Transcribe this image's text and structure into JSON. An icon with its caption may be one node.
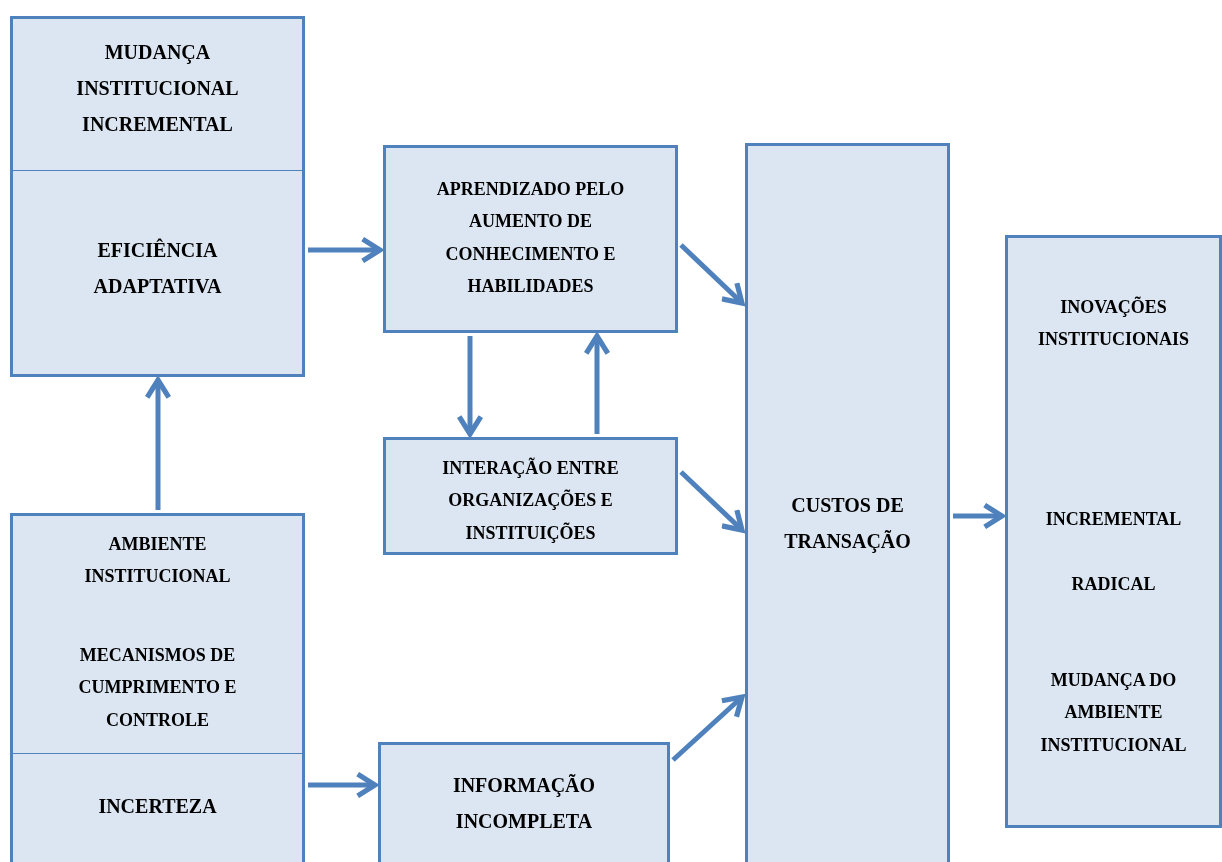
{
  "diagram": {
    "nodes": [
      {
        "text": [
          "MUDANÇA INSTITUCIONAL INCREMENTAL"
        ]
      },
      {
        "text": [
          "EFICIÊNCIA ADAPTATIVA"
        ],
        "in": 0
      },
      {
        "text": [
          "APRENDIZADO PELO AUMENTO DE CONHECIMENTO E HABILIDADES"
        ]
      },
      {
        "text": [
          "INTERAÇÃO ENTRE ORGANIZAÇÕES E INSTITUIÇÕES"
        ]
      },
      {
        "text": [
          "AMBIENTE INSTITUCIONAL",
          "MECANISMOS DE CUMPRIMENTO E CONTROLE"
        ]
      },
      {
        "text": [
          "INCERTEZA"
        ],
        "in": 4
      },
      {
        "text": [
          "INFORMAÇÃO INCOMPLETA"
        ]
      },
      {
        "text": [
          "CUSTOS DE TRANSAÇÃO"
        ]
      },
      {
        "text": [
          "INOVAÇÕES INSTITUCIONAIS",
          "INCREMENTAL",
          "RADICAL",
          "MUDANÇA DO AMBIENTE INSTITUCIONAL"
        ]
      }
    ],
    "edges": [
      {
        "from": 4,
        "to": 1,
        "arrow": "to"
      },
      {
        "from": 1,
        "to": 2,
        "arrow": "to"
      },
      {
        "from": 2,
        "to": 3,
        "arrow": "to"
      },
      {
        "from": 3,
        "to": 2,
        "arrow": "to"
      },
      {
        "from": 2,
        "to": 7,
        "arrow": "to"
      },
      {
        "from": 3,
        "to": 7,
        "arrow": "to"
      },
      {
        "from": 5,
        "to": 6,
        "arrow": "to"
      },
      {
        "from": 6,
        "to": 7,
        "arrow": "to"
      },
      {
        "from": 7,
        "to": 8,
        "arrow": "to"
      }
    ]
  }
}
